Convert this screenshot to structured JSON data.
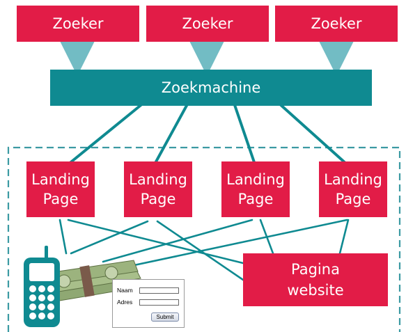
{
  "searchers": [
    "Zoeker",
    "Zoeker",
    "Zoeker"
  ],
  "engine": "Zoekmachine",
  "landing_pages": [
    "Landing\nPage",
    "Landing\nPage",
    "Landing\nPage",
    "Landing\nPage"
  ],
  "website_page": "Pagina\nwebsite",
  "form": {
    "name_label": "Naam",
    "address_label": "Adres",
    "submit_label": "Submit"
  },
  "colors": {
    "red": "#e21c47",
    "teal": "#0f8a91",
    "light_teal": "#72bcc4",
    "dashed_border": "#3b9aa2"
  },
  "icons": [
    "mobile-phone-icon",
    "money-stack-icon"
  ]
}
